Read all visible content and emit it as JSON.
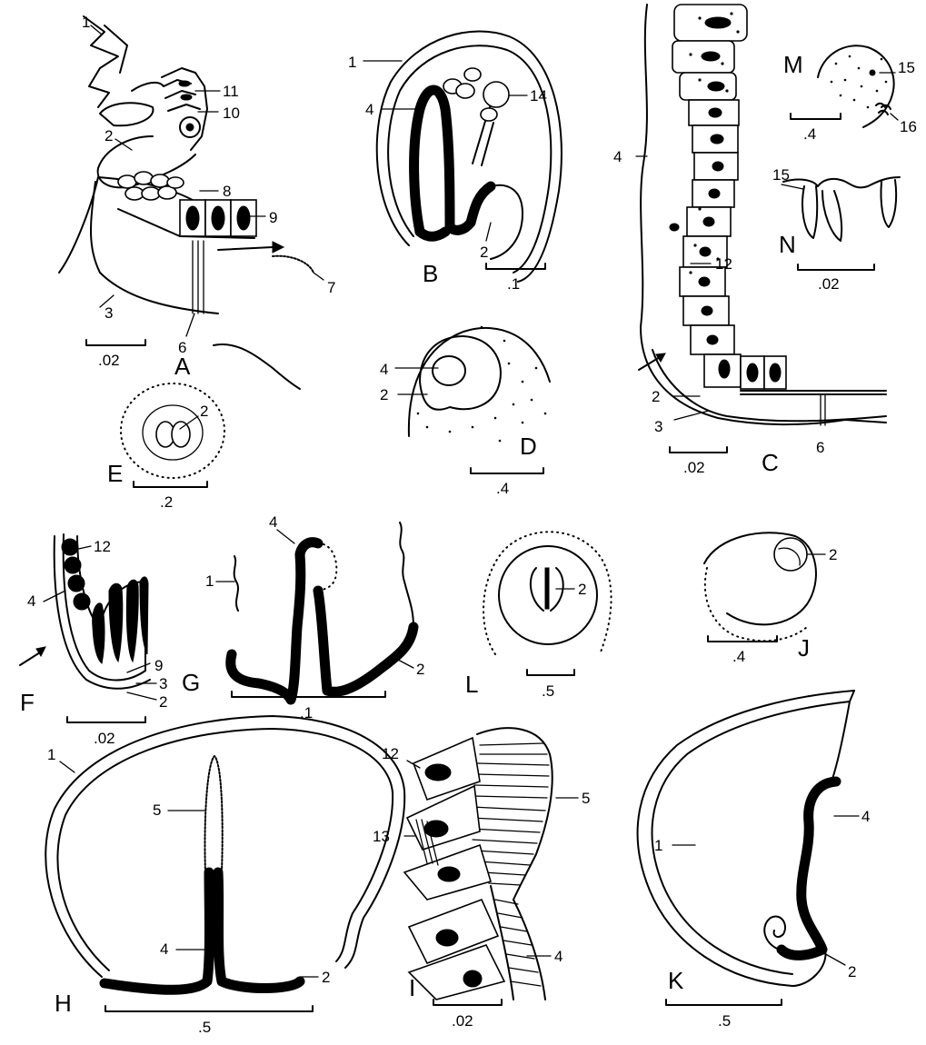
{
  "panels": {
    "A": {
      "letter": "A",
      "scale": ".02",
      "labels": [
        "1",
        "2",
        "3",
        "6",
        "7",
        "8",
        "9",
        "10",
        "11"
      ]
    },
    "B": {
      "letter": "B",
      "scale": ".1",
      "labels": [
        "1",
        "4",
        "14",
        "2"
      ]
    },
    "C": {
      "letter": "C",
      "scale": ".02",
      "labels": [
        "4",
        "12",
        "2",
        "3",
        "6"
      ]
    },
    "M": {
      "letter": "M",
      "scale": ".4",
      "labels": [
        "15",
        "16"
      ]
    },
    "N": {
      "letter": "N",
      "scale": ".02",
      "labels": [
        "15"
      ]
    },
    "D": {
      "letter": "D",
      "scale": ".4",
      "labels": [
        "4",
        "2"
      ]
    },
    "E": {
      "letter": "E",
      "scale": ".2",
      "labels": [
        "2"
      ]
    },
    "F": {
      "letter": "F",
      "scale": ".02",
      "labels": [
        "12",
        "4",
        "9",
        "3",
        "2"
      ]
    },
    "G": {
      "letter": "G",
      "scale": ".1",
      "labels": [
        "4",
        "1",
        "2"
      ]
    },
    "L": {
      "letter": "L",
      "scale": ".5",
      "labels": [
        "2"
      ]
    },
    "J": {
      "letter": "J",
      "scale": ".4",
      "labels": [
        "2"
      ]
    },
    "H": {
      "letter": "H",
      "scale": ".5",
      "labels": [
        "1",
        "5",
        "4",
        "2"
      ]
    },
    "I": {
      "letter": "I",
      "scale": ".02",
      "labels": [
        "12",
        "5",
        "13",
        "4"
      ]
    },
    "K": {
      "letter": "K",
      "scale": ".5",
      "labels": [
        "1",
        "4",
        "2"
      ]
    }
  }
}
